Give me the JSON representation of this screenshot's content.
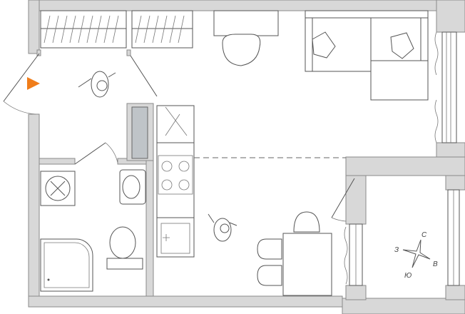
{
  "plan": {
    "compass": {
      "north": "С",
      "east": "В",
      "south": "Ю",
      "west": "З"
    },
    "entrance_marker_color": "#f07d1a"
  }
}
